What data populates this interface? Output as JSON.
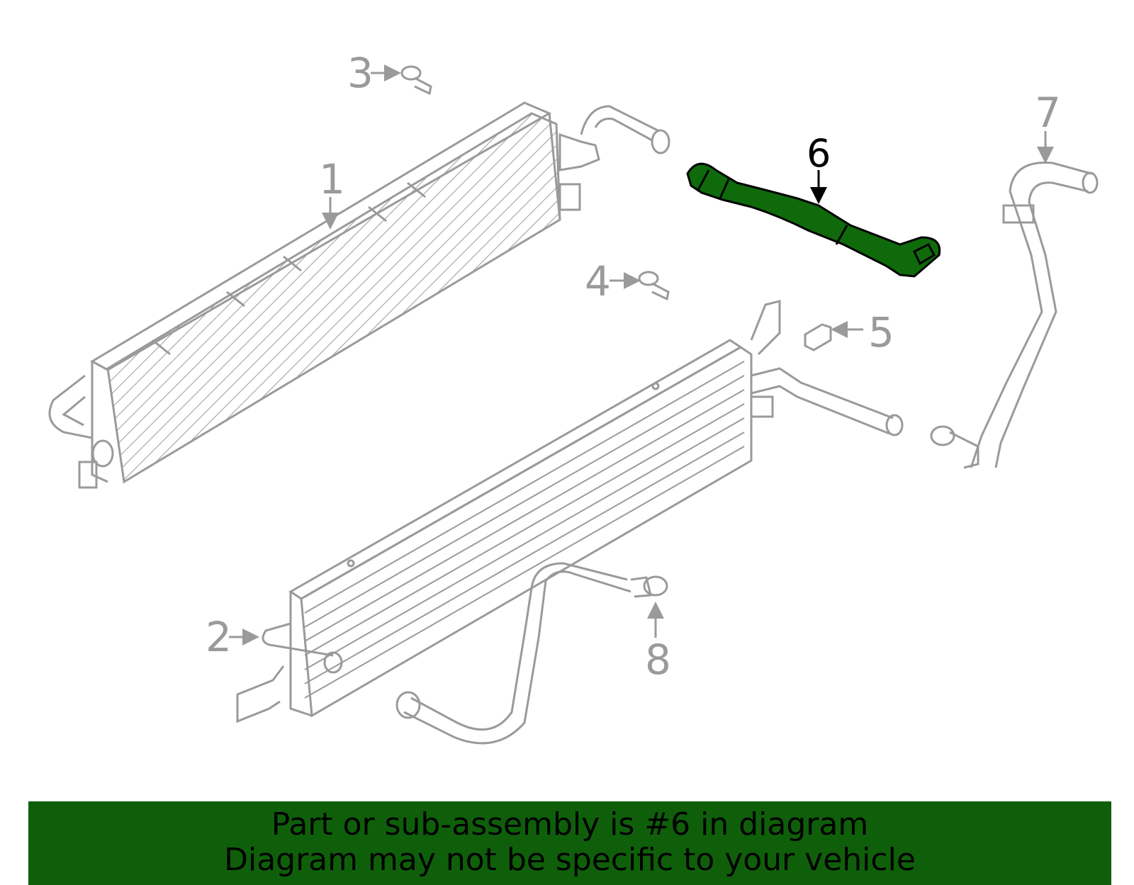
{
  "diagram": {
    "callouts": [
      {
        "id": "1",
        "label": "1"
      },
      {
        "id": "2",
        "label": "2"
      },
      {
        "id": "3",
        "label": "3"
      },
      {
        "id": "4",
        "label": "4"
      },
      {
        "id": "5",
        "label": "5"
      },
      {
        "id": "6",
        "label": "6"
      },
      {
        "id": "7",
        "label": "7"
      },
      {
        "id": "8",
        "label": "8"
      }
    ],
    "highlighted_part": "6",
    "colors": {
      "line": "#9a9a9a",
      "highlight_fill": "#0f6a0b",
      "highlight_stroke": "#000000",
      "banner": "#0f5f0a"
    }
  },
  "banner": {
    "line1": "Part or sub-assembly is #6 in diagram",
    "line2": "Diagram may not be specific to your vehicle"
  }
}
